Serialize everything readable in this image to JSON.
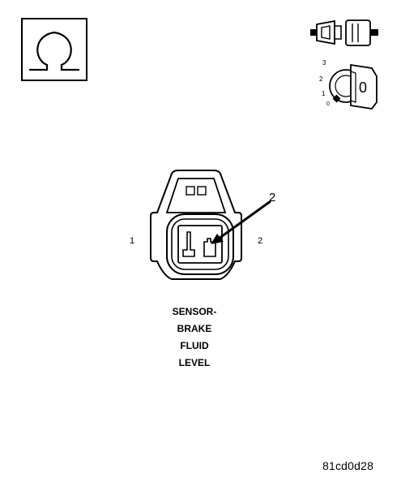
{
  "icons": {
    "meter": "ohm-symbol-icon",
    "connector": "disconnected-connector-icon",
    "ignition": "ignition-key-icon"
  },
  "ignition": {
    "positions": [
      "3",
      "2",
      "1",
      "0"
    ],
    "key_label": "0"
  },
  "connector": {
    "pin_left": "1",
    "pin_right": "2",
    "callout": "2"
  },
  "caption": {
    "line1": "SENSOR-",
    "line2": "BRAKE",
    "line3": "FLUID",
    "line4": "LEVEL"
  },
  "figure_id": "81cd0d28"
}
